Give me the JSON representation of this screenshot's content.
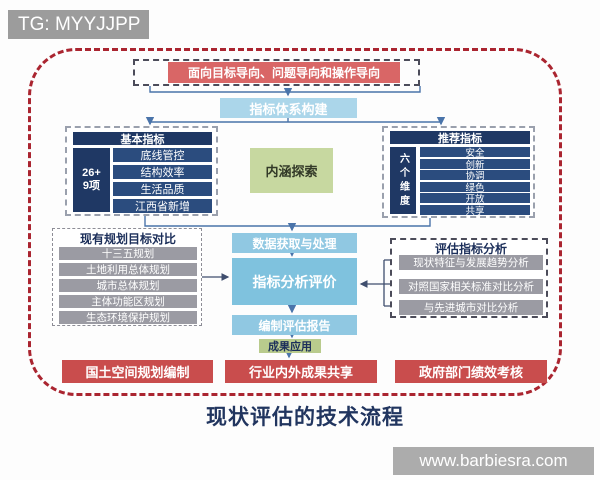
{
  "page": {
    "tg_label": "TG: MYYJJPP",
    "watermark": "www.barbiesra.com",
    "title": "现状评估的技术流程"
  },
  "flow": {
    "orientation": "面向目标导向、问题导向和操作导向",
    "system_build": "指标体系构建",
    "basic": {
      "header": "基本指标",
      "count_line1": "26+",
      "count_line2": "9项",
      "items": [
        "底线管控",
        "结构效率",
        "生活品质",
        "江西省新增"
      ]
    },
    "connotation": "内涵探索",
    "recommended": {
      "header": "推荐指标",
      "dimension": "六个维度",
      "items": [
        "安全",
        "创新",
        "协调",
        "绿色",
        "开放",
        "共享"
      ]
    },
    "existing_plans": {
      "header": "现有规划目标对比",
      "items": [
        "十三五规划",
        "土地利用总体规划",
        "城市总体规划",
        "主体功能区规划",
        "生态环境保护规划"
      ]
    },
    "process": {
      "data": "数据获取与处理",
      "analysis": "指标分析评价",
      "report": "编制评估报告",
      "application": "成果应用"
    },
    "evaluation": {
      "header": "评估指标分析",
      "items": [
        "现状特征与发展趋势分析",
        "对照国家相关标准对比分析",
        "与先进城市对比分析"
      ]
    },
    "outputs": [
      "国土空间规划编制",
      "行业内外成果共享",
      "政府部门绩效考核"
    ],
    "colors": {
      "orientation_red": "#d96666",
      "output_red": "#c94d4d",
      "frame_red": "#aa2530",
      "navy_header": "#1f3864",
      "navy_item": "#2b4c7e",
      "light_blue": "#abd6ea",
      "mid_blue": "#90c8e2",
      "deep_blue": "#7fc2de",
      "green": "#c7d8a0",
      "olive_green": "#b9cb8d",
      "gray_item": "#9b9ba3"
    }
  }
}
